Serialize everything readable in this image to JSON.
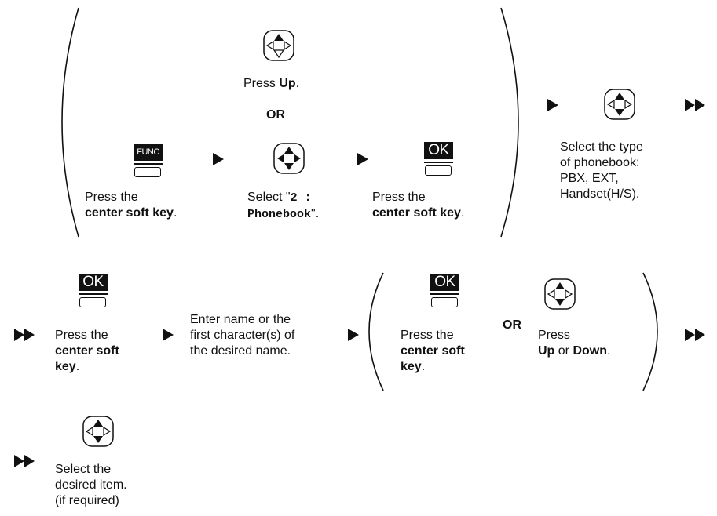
{
  "step1": {
    "option_a": {
      "press_prefix": "Press ",
      "press_key": "Up",
      "press_suffix": "."
    },
    "or_label": "OR",
    "option_b": {
      "func_key_label": "FUNC",
      "press_line1": "Press the",
      "press_key": "center soft key",
      "press_suffix": ".",
      "select_prefix": "Select \"",
      "select_value_line1": "2 :",
      "select_value_line2": "Phonebook",
      "select_suffix": "\".",
      "ok_key_label": "OK",
      "press2_line1": "Press the",
      "press2_key": "center soft key",
      "press2_suffix": "."
    }
  },
  "step2": {
    "line1": "Select the type",
    "line2": "of phonebook:",
    "line3": "PBX, EXT,",
    "line4": "Handset(H/S)."
  },
  "step3": {
    "ok_key_label": "OK",
    "line1": "Press the",
    "bold1": "center soft",
    "bold2": "key",
    "suffix": "."
  },
  "step4": {
    "line1": "Enter name or the",
    "line2": "first character(s) of",
    "line3": "the desired name."
  },
  "step5": {
    "ok_key_label": "OK",
    "press_line1": "Press the",
    "press_bold1": "center soft",
    "press_bold2": "key",
    "press_suffix": ".",
    "or_label": "OR",
    "nav_line1": "Press",
    "nav_up": "Up",
    "nav_or": " or ",
    "nav_down": "Down",
    "nav_suffix": "."
  },
  "step6": {
    "line1": "Select the",
    "line2": "desired item.",
    "line3": "(if required)"
  }
}
